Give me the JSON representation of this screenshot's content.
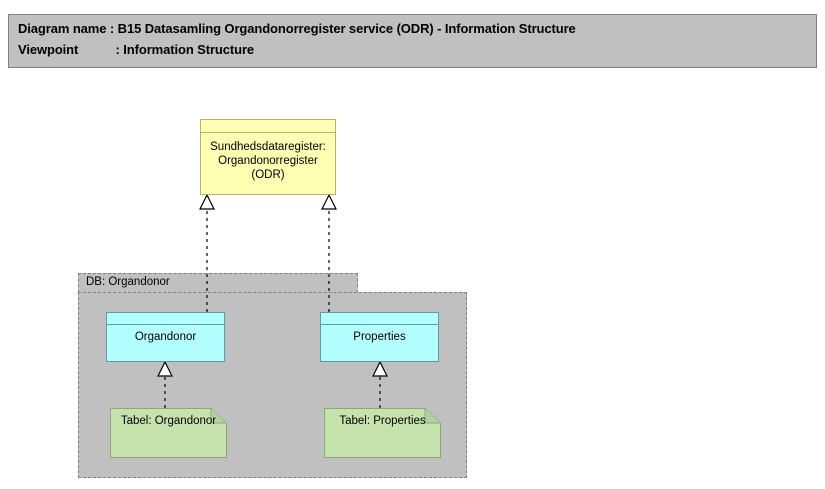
{
  "header": {
    "diagram_name_label": "Diagram name :",
    "diagram_name_value": "B15 Datasamling Organdonorregister service (ODR) - Information Structure",
    "viewpoint_label": "Viewpoint",
    "viewpoint_separator": ": ",
    "viewpoint_value": "Information Structure"
  },
  "diagram": {
    "package": {
      "label": "DB: Organdonor"
    },
    "nodes": {
      "odr": {
        "label": "Sundhedsdataregister:\nOrgandonorregister\n(ODR)",
        "color": "#ffffb3",
        "border": "#b3b36b"
      },
      "organdonor": {
        "label": "Organdonor",
        "color": "#b3ffff",
        "border": "#5c9ea8"
      },
      "properties": {
        "label": "Properties",
        "color": "#b3ffff",
        "border": "#5c9ea8"
      },
      "tabel_organdonor": {
        "label": "Tabel: Organdonor",
        "color": "#c6e3ae",
        "border": "#8aa878"
      },
      "tabel_properties": {
        "label": "Tabel: Properties",
        "color": "#c6e3ae",
        "border": "#8aa878"
      }
    },
    "relations": [
      {
        "from": "organdonor",
        "to": "odr",
        "type": "realization"
      },
      {
        "from": "properties",
        "to": "odr",
        "type": "realization"
      },
      {
        "from": "tabel_organdonor",
        "to": "organdonor",
        "type": "realization"
      },
      {
        "from": "tabel_properties",
        "to": "properties",
        "type": "realization"
      }
    ]
  },
  "colors": {
    "banner_bg": "#c0c0c0",
    "banner_border": "#808080",
    "package_bg": "#c0c0c0",
    "package_border": "#808080",
    "canvas_bg": "#ffffff",
    "line": "#000000"
  }
}
